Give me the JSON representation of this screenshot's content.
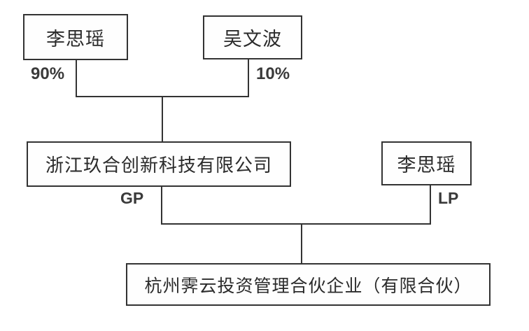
{
  "diagram": {
    "title": "equity-structure-chart",
    "colors": {
      "background": "#ffffff",
      "line": "#333333",
      "text": "#2b2b2b"
    },
    "nodes": {
      "shareholder1": {
        "label": "李思瑶",
        "type": "person"
      },
      "shareholder2": {
        "label": "吴文波",
        "type": "person"
      },
      "gp_company": {
        "label": "浙江玖合创新科技有限公司",
        "type": "company"
      },
      "lp_person": {
        "label": "李思瑶",
        "type": "person"
      },
      "partnership": {
        "label": "杭州霁云投资管理合伙企业（有限合伙）",
        "type": "partnership"
      }
    },
    "edge_labels": {
      "shareholder1_pct": "90%",
      "shareholder2_pct": "10%",
      "gp_role": "GP",
      "lp_role": "LP"
    }
  }
}
